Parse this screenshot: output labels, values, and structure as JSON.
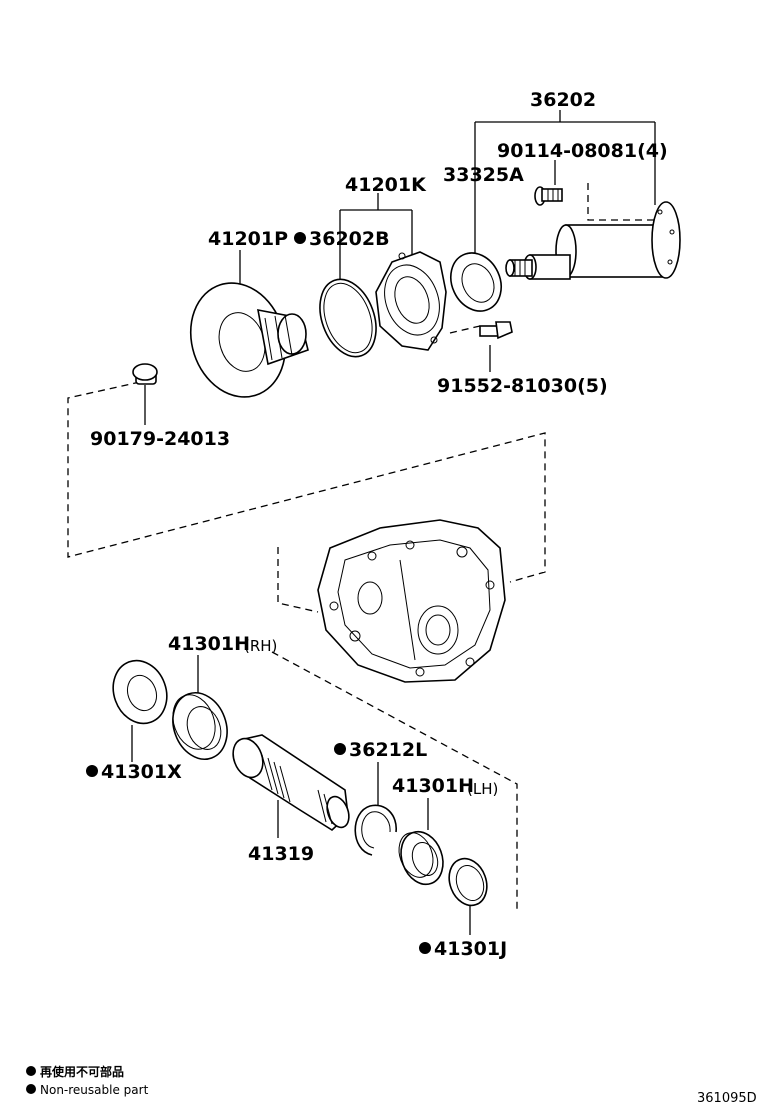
{
  "labels": {
    "p36202": "36202",
    "p90114": "90114-08081(4)",
    "p33325A": "33325A",
    "p41201K": "41201K",
    "p41201P": "41201P",
    "p36202B": "36202B",
    "p91552": "91552-81030(5)",
    "p90179": "90179-24013",
    "p41301H_rh": "41301H",
    "rh_suffix": "(RH)",
    "p41301X": "41301X",
    "p36212L": "36212L",
    "p41301H_lh": "41301H",
    "lh_suffix": "(LH)",
    "p41319": "41319",
    "p41301J": "41301J"
  },
  "legend": {
    "line1": "再使用不可部品",
    "line2": "Non-reusable part"
  },
  "diagram_code": "361095D"
}
